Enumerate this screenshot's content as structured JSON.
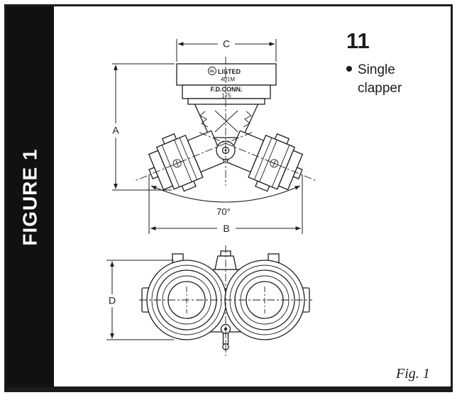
{
  "page": {
    "sidebar_label": "FIGURE 1",
    "section_number": "11",
    "bullets": [
      {
        "label": "Single clapper"
      }
    ],
    "caption": "Fig. 1"
  },
  "drawing": {
    "markings": {
      "ul": "UL",
      "listed": "LISTED",
      "model": "401M",
      "connection": "F.D.CONN.",
      "rating": "175"
    },
    "dims": {
      "a": "A",
      "b": "B",
      "c": "C",
      "d": "D",
      "angle": "70°"
    }
  },
  "colors": {
    "sidebar_bg": "#111111",
    "ink": "#1c1c1c",
    "paper": "#ffffff"
  }
}
